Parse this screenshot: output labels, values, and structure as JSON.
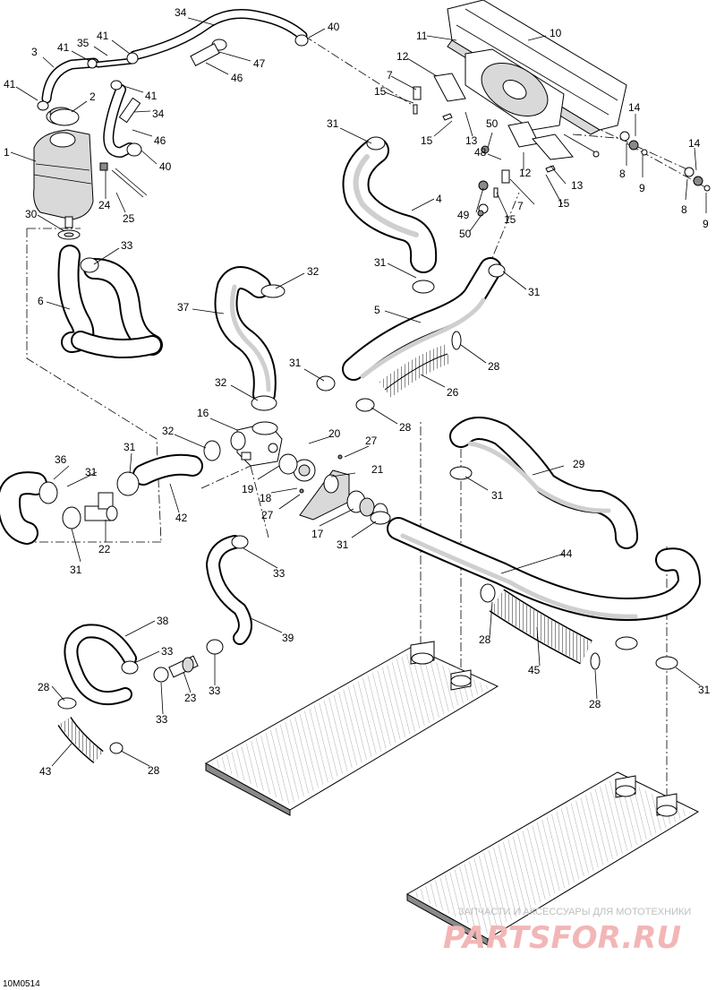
{
  "drawing_code": "10M0514",
  "watermark": {
    "line1": "ЗАПЧАСТИ И АКСЕССУАРЫ ДЛЯ МОТОТЕХНИКИ",
    "line2": "PARTSFOR.RU"
  },
  "callouts": [
    "1",
    "2",
    "3",
    "4",
    "5",
    "6",
    "7",
    "8",
    "9",
    "10",
    "11",
    "12",
    "13",
    "14",
    "15",
    "16",
    "17",
    "18",
    "19",
    "20",
    "21",
    "22",
    "23",
    "24",
    "25",
    "26",
    "27",
    "28",
    "29",
    "30",
    "31",
    "32",
    "33",
    "34",
    "35",
    "36",
    "37",
    "38",
    "39",
    "40",
    "41",
    "42",
    "43",
    "44",
    "45",
    "46",
    "47",
    "48",
    "49",
    "50"
  ]
}
